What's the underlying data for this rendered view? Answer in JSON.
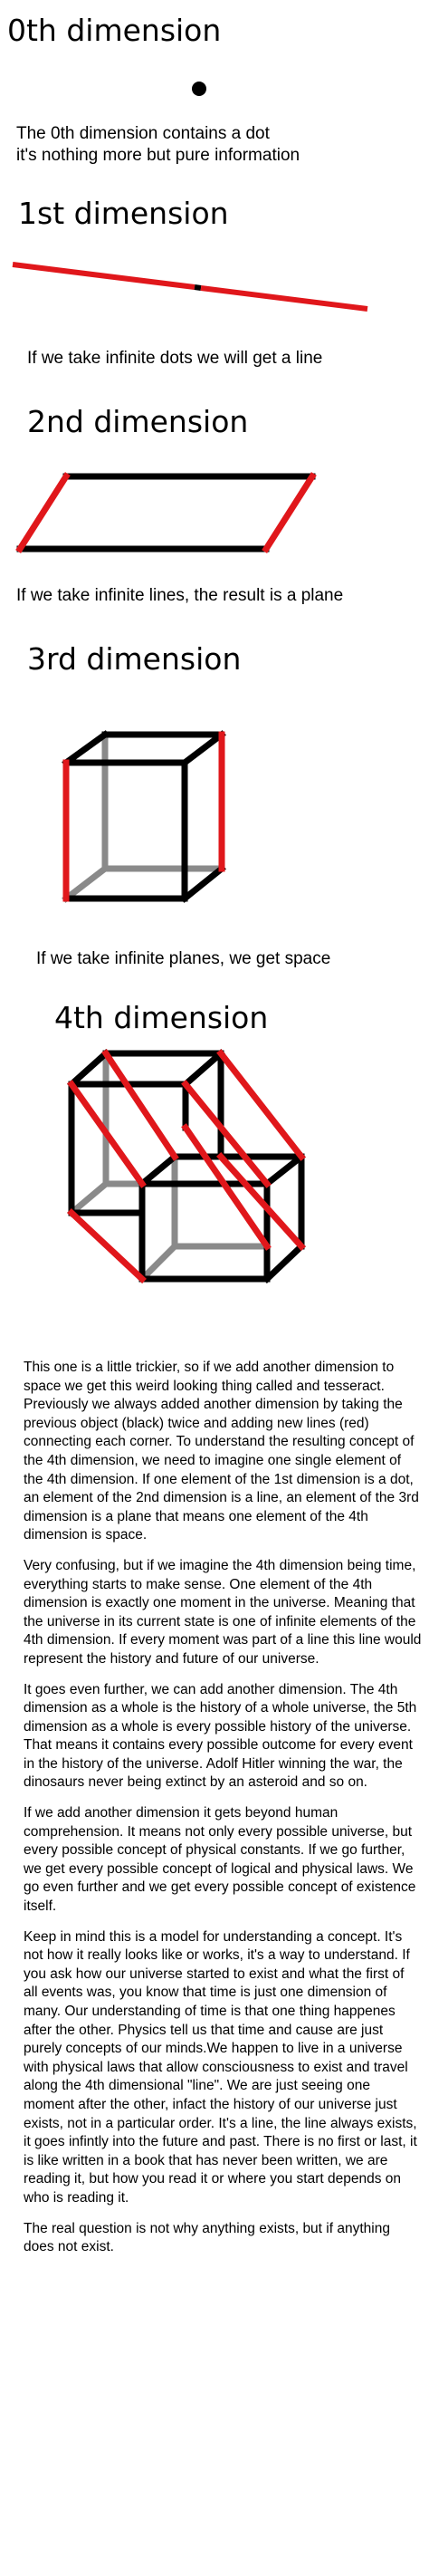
{
  "dim0": {
    "heading": "0th dimension",
    "caption_lines": [
      "The 0th dimension contains a dot",
      "it's nothing more but pure information"
    ]
  },
  "dim1": {
    "heading": "1st dimension",
    "caption": "If we take infinite dots we will get a line"
  },
  "dim2": {
    "heading": "2nd dimension",
    "caption": "If we take infinite lines, the result is a plane"
  },
  "dim3": {
    "heading": "3rd dimension",
    "caption": "If we take infinite planes, we get space"
  },
  "dim4": {
    "heading": "4th dimension"
  },
  "colors": {
    "object": "#000000",
    "connector": "#e0171b",
    "hidden_edge": "#8a8a8a"
  },
  "paragraphs": [
    "This one is a little trickier, so if we add another dimension to space we get this weird looking thing called and tesseract. Previously we always added another dimension by taking the previous object (black) twice and adding new lines (red) connecting each corner. To understand the resulting concept of the 4th dimension, we need to imagine one single element of the 4th dimension. If one element of the 1st dimension is a dot, an element of the 2nd dimension is a line, an element of the 3rd dimension is a plane that means one element of the 4th dimension is space.",
    "Very confusing, but if we imagine the 4th dimension being time, everything starts to make sense. One element of the 4th dimension is exactly one moment in the universe. Meaning that the universe in its current state is one of infinite elements of the 4th dimension. If every moment was part of a line this line would represent the history and future of our universe.",
    "It goes even further, we can add another dimension. The 4th dimension as a whole is the history of a whole universe, the 5th dimension as a whole is every possible history of the universe. That means it contains every possible outcome for every event in the history of the universe. Adolf Hitler winning the war, the dinosaurs never being extinct by an asteroid and so on.",
    "If we add another dimension it gets beyond human comprehension. It means not only every possible universe, but every possible concept of physical constants. If we go further, we get every possible concept of logical and physical laws. We go even further and we get every possible concept of existence itself.",
    "Keep in mind this is a model for understanding a concept. It's not how it really looks like or works, it's a way to understand. If you ask how our universe started to exist and what the first of all events was, you know that time is just one dimension of many. Our understanding of time is that one thing happenes after the other. Physics tell us that time and cause are just purely concepts of our minds.We happen to live in a universe with physical laws that allow consciousness to exist and travel along the 4th dimensional \"line\". We are just seeing one moment after the other, infact the history of our universe just exists, not in a particular order. It's a line, the line always exists, it goes infintly into the future and past. There is no first or last, it is like written in a book that has never been written, we are reading it, but how you read it or where you start depends on who is reading it.",
    "The real question is not why anything exists, but if anything does not exist."
  ]
}
